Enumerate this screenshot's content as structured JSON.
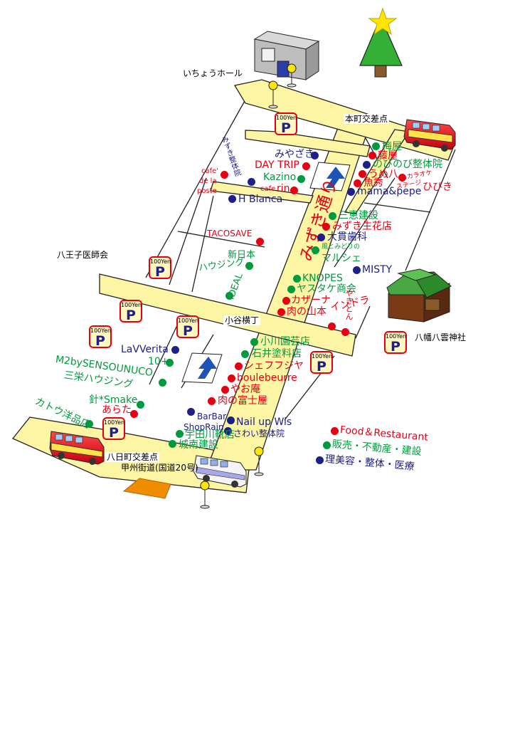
{
  "landmarks": {
    "hall": "いちょうホール",
    "honcho_junction": "本町交差点",
    "doctors_assoc": "八王子医師会",
    "koyayokocho": "小谷横丁",
    "shrine": "八幡八雲神社",
    "yokamachi_junction": "八日町交差点",
    "koshu_kaido": "甲州街道(国道20号)"
  },
  "street_name": "みずき通り",
  "parking_label": "P",
  "parking_price": "100Yen",
  "shops": {
    "miyazaki": "みやざき",
    "day_trip": "DAY TRIP",
    "kazino": "Kazino",
    "rin": "rin",
    "rin_prefix": "cafe",
    "cafe_de_la_poste_1": "cafe'",
    "cafe_de_la_poste_2": "de la",
    "cafe_de_la_poste_3": "poste",
    "mizuki_seitai": "みずき整体院",
    "h_blanca": "H Blanca",
    "tacosave": "TACOSAVE",
    "shin_nihon_housing_1": "新日本",
    "shin_nihon_housing_2": "ハウジング",
    "ideal": "IDEAL",
    "umeya": "梅屋",
    "fujiya": "藤屋",
    "nobinobi": "のびのび整体院",
    "umehachi": "うめ八",
    "uohide": "魚秀",
    "karaoke_1": "カラオケ",
    "karaoke_2": "ステージ",
    "hibiki": "ひびき",
    "mama_pepe": "mama&pepe",
    "sankei": "三恵建設",
    "mizuki_florist": "みずき生花店",
    "okami_dental": "大貫歯科",
    "marche_1": "風とみどりの",
    "marche_2": "マルシェ",
    "misty": "MISTY",
    "knopes": "KNOPES",
    "yasutake": "ヤスタケ商会",
    "kazaana_1": "カザーナ",
    "kazaana_2": "インドラ",
    "yakiton": "やきとん",
    "nikunoyamamoto": "肉の山本",
    "ogawa_garden": "小川園芸店",
    "ishii_paint": "石井塗料店",
    "chef_fujiya": "シェフフジヤ",
    "boulebeurre": "boulebeurre",
    "yaoan": "やお庵",
    "niku_fujiya": "肉の富士屋",
    "lavverita": "LaVVerita",
    "ten_plus": "10+",
    "m2": "M2bySENSOUNUCO",
    "sanei_housing": "三栄ハウジング",
    "hari_smake": "針*Smake",
    "arata": "あらた",
    "kato_yohin": "カトウ洋品店",
    "barbar": "BarBar",
    "shoprain": "ShopRain",
    "nail_up": "Nail up Wis",
    "sawai": "さわい整体院",
    "udagawa": "宇田川靴店",
    "jonan": "城南建設"
  },
  "legend": {
    "food": "Food＆Restaurant",
    "retail": "販売・不動産・建設",
    "beauty": "理美容・整体・医療"
  },
  "colors": {
    "road": "#fcf5a4",
    "food": "#e60012",
    "retail": "#009a3e",
    "beauty": "#1d2088"
  }
}
